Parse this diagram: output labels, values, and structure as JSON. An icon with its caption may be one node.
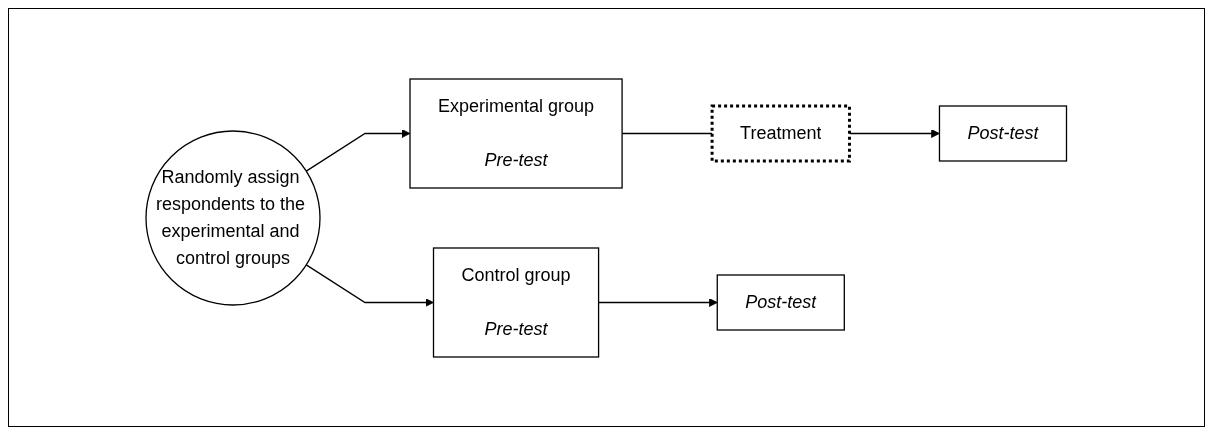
{
  "diagram": {
    "nodes": [
      {
        "text": [
          "Randomly assign respondents to the experimental and control groups"
        ]
      },
      {
        "text": [
          "Experimental group",
          "Pre-test"
        ]
      },
      {
        "text": [
          "Treatment"
        ]
      },
      {
        "text": [
          "Post-test"
        ]
      },
      {
        "text": [
          "Control group",
          "Pre-test"
        ]
      },
      {
        "text": [
          "Post-test"
        ]
      }
    ],
    "edges": [
      {
        "from": 0,
        "to": 1,
        "arrow": "to"
      },
      {
        "from": 0,
        "to": 4,
        "arrow": "to"
      },
      {
        "from": 1,
        "to": 2,
        "arrow": "none"
      },
      {
        "from": 2,
        "to": 3,
        "arrow": "to"
      },
      {
        "from": 4,
        "to": 5,
        "arrow": "to"
      }
    ]
  }
}
